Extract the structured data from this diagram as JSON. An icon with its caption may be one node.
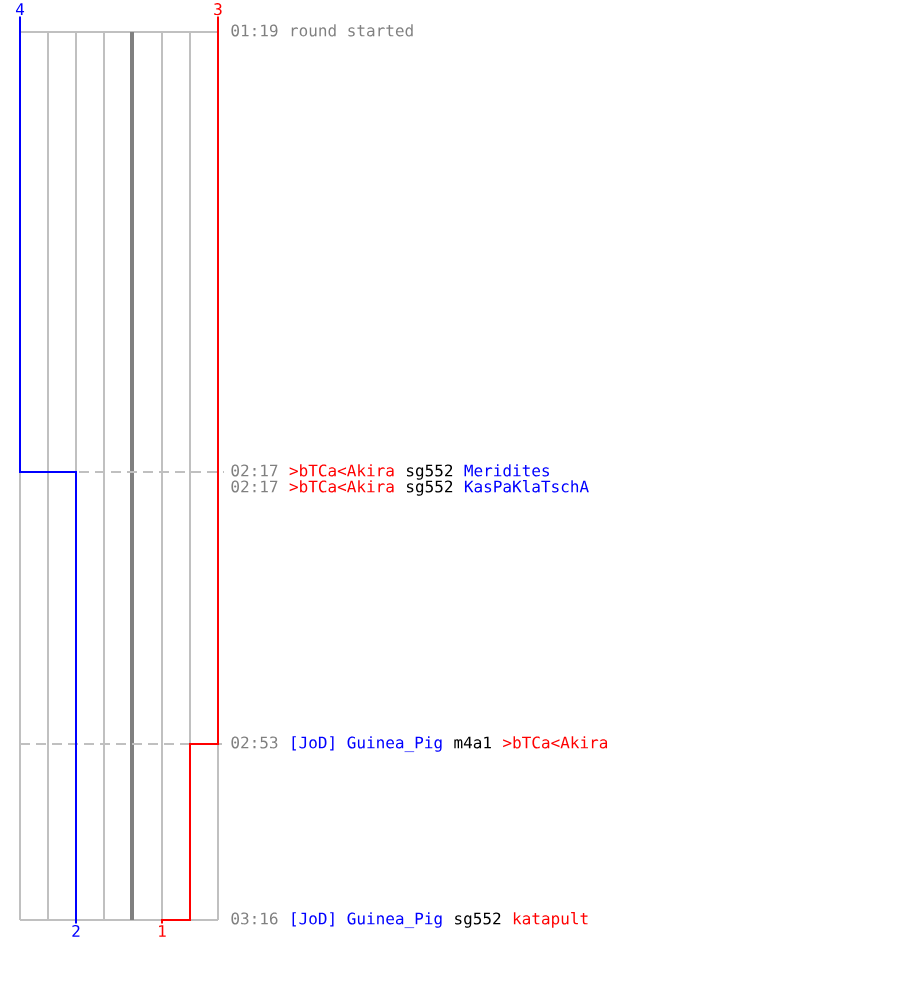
{
  "diagram": {
    "nodes": [
      {
        "text": [
          "4"
        ]
      },
      {
        "text": [
          "3"
        ]
      },
      {
        "text": [
          "2"
        ]
      },
      {
        "text": [
          "1"
        ]
      }
    ],
    "edges": [
      {
        "from": 0,
        "to": 2,
        "arrow": "none",
        "color": "#0000ff"
      },
      {
        "from": 1,
        "to": 3,
        "arrow": "none",
        "color": "#ff0000"
      }
    ],
    "labels": [
      "01:19",
      "round started",
      "02:17",
      ">bTCa<Akira",
      "sg552",
      "Meridites",
      "02:17",
      ">bTCa<Akira",
      "sg552",
      "KasPaKlaTschA",
      "02:53",
      "[JoD] Guinea_Pig",
      "m4a1",
      ">bTCa<Akira",
      "03:16",
      "[JoD] Guinea_Pig",
      "sg552",
      "katapult"
    ]
  }
}
